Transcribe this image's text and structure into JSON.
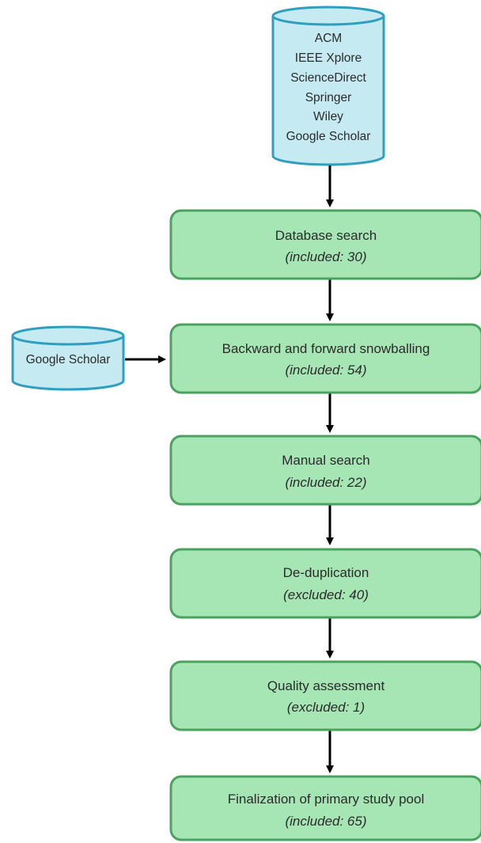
{
  "sources": {
    "main_databases": [
      "ACM",
      "IEEE Xplore",
      "ScienceDirect",
      "Springer",
      "Wiley",
      "Google Scholar"
    ],
    "snowball_database": "Google Scholar"
  },
  "steps": [
    {
      "title": "Database search",
      "subtitle": "(included: 30)"
    },
    {
      "title": "Backward and forward snowballing",
      "subtitle": "(included: 54)"
    },
    {
      "title": "Manual search",
      "subtitle": "(included: 22)"
    },
    {
      "title": "De-duplication",
      "subtitle": "(excluded: 40)"
    },
    {
      "title": "Quality assessment",
      "subtitle": "(excluded: 1)"
    },
    {
      "title": "Finalization of primary study pool",
      "subtitle": "(included: 65)"
    }
  ],
  "colors": {
    "box_fill": "#a6e5b4",
    "box_stroke": "#49a35f",
    "db_fill": "#c5eaf2",
    "db_stroke": "#2f9fc0",
    "arrow": "#000000"
  }
}
